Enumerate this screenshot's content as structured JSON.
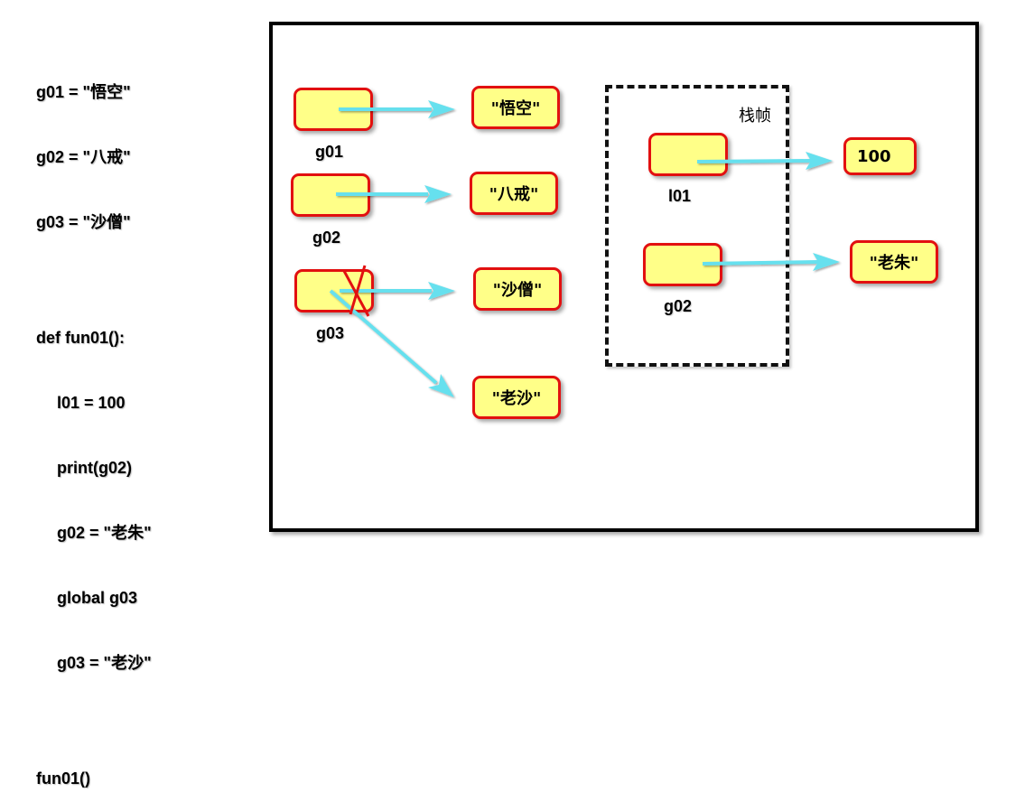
{
  "code": {
    "lines": [
      "g01 = \"悟空\"",
      "g02 = \"八戒\"",
      "g03 = \"沙僧\"",
      "def fun01():",
      "l01 = 100",
      "print(g02)",
      "g02 = \"老朱\"",
      "global g03",
      "g03 = \"老沙\"",
      "fun01()"
    ]
  },
  "diagram": {
    "stack_frame_label": "栈帧",
    "variables": {
      "g01": "g01",
      "g02": "g02",
      "g03": "g03",
      "local_l01": "l01",
      "local_g02": "g02"
    },
    "values": {
      "wukong": "\"悟空\"",
      "bajie": "\"八戒\"",
      "shaseng": "\"沙僧\"",
      "laosha": "\"老沙\"",
      "hundred": "100",
      "laozhu": "\"老朱\""
    }
  },
  "colors": {
    "box_fill": "#ffff88",
    "box_border": "#e21010",
    "arrow": "#66e0ee",
    "cross": "#e21010"
  }
}
